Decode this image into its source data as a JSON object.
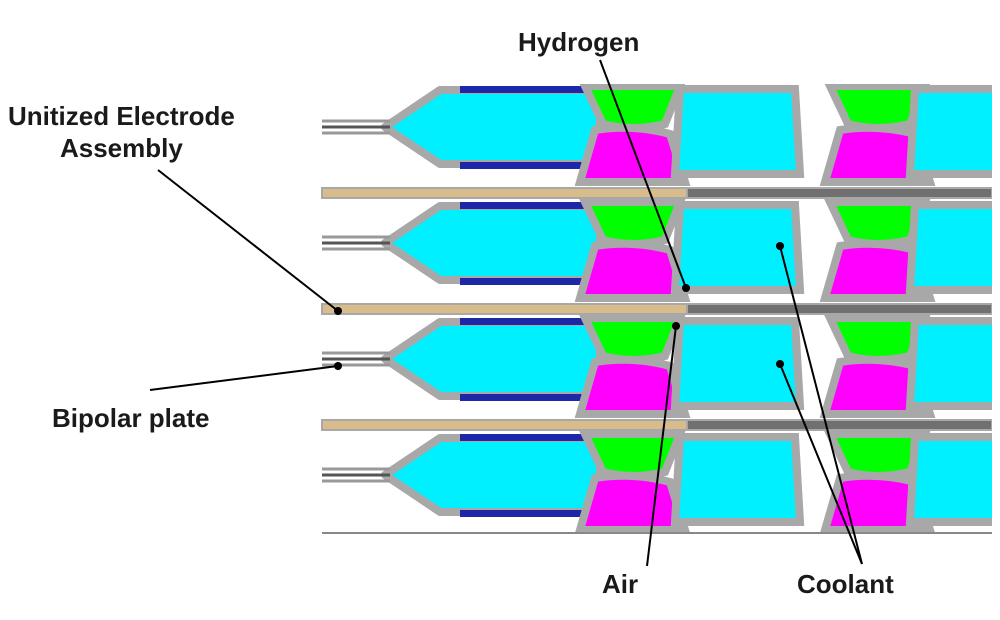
{
  "labels": {
    "unitized_line1": "Unitized Electrode",
    "unitized_line2": "Assembly",
    "bipolar": "Bipolar plate",
    "hydrogen": "Hydrogen",
    "air": "Air",
    "coolant": "Coolant"
  },
  "colors": {
    "hydrogen": "#00f0ff",
    "air": "#ff00ff",
    "coolant": "#00ff00",
    "manifold_band": "#1c28a8",
    "membrane_gasket": "#d8bc8c",
    "membrane_active": "#707070",
    "plate_outline": "#a8a8a8",
    "leader_line": "#000000"
  }
}
